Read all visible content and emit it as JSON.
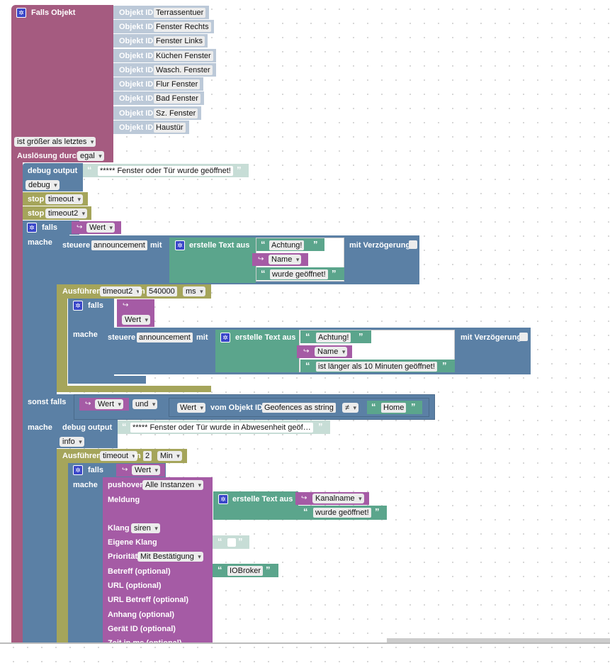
{
  "colors": {
    "event": "#a55b80",
    "object": "#bcc9d8",
    "debug": "#5b80a5",
    "timeout": "#a5a55b",
    "text": "#5ba58c",
    "variable": "#a55ba5",
    "push": "#a55ba5"
  },
  "trigger": {
    "title": "Falls Objekt",
    "object_id_label": "Objekt ID",
    "objects": [
      "Terrassentuer",
      "Fenster Rechts",
      "Fenster Links",
      "Küchen Fenster",
      "Wasch. Fenster",
      "Flur Fenster",
      "Bad Fenster",
      "Sz. Fenster",
      "Haustür"
    ],
    "condition": "ist größer als letztes",
    "trigger_label": "Auslösung durch",
    "trigger_value": "egal"
  },
  "debug1": {
    "label": "debug output",
    "text": "***** Fenster oder Tür wurde geöffnet!",
    "level": "debug"
  },
  "stop1": {
    "label": "stop",
    "value": "timeout"
  },
  "stop2": {
    "label": "stop",
    "value": "timeout2"
  },
  "if_block": {
    "if_label": "falls",
    "do_label": "mache",
    "elseif_label": "sonst falls",
    "var": "Wert"
  },
  "control1": {
    "label": "steuere",
    "target": "announcement",
    "mit": "mit",
    "text_label": "erstelle Text aus",
    "parts": [
      "Achtung!",
      "Name",
      "wurde geöffnet!"
    ],
    "delay_label": "mit Verzögerung"
  },
  "exec1": {
    "label": "Ausführen",
    "name": "timeout2",
    "in": "in",
    "value": "540000",
    "unit": "ms"
  },
  "if_inner1": {
    "if_label": "falls",
    "do_label": "mache",
    "var": "Wert"
  },
  "control2": {
    "label": "steuere",
    "target": "announcement",
    "mit": "mit",
    "text_label": "erstelle Text aus",
    "parts": [
      "Achtung!",
      "Name",
      "ist länger als 10 Minuten geöffnet!"
    ],
    "delay_label": "mit Verzögerung"
  },
  "elseif": {
    "var": "Wert",
    "and": "und",
    "field": "Wert",
    "from_label": "vom Objekt ID",
    "object": "Geofences as string",
    "op": "≠",
    "value": "Home"
  },
  "debug2": {
    "label": "debug output",
    "text": "***** Fenster oder Tür wurde in Abwesenheit geöf…",
    "level": "info"
  },
  "exec2": {
    "label": "Ausführen",
    "name": "timeout",
    "in": "in",
    "value": "2",
    "unit": "Min"
  },
  "if_inner2": {
    "if_label": "falls",
    "do_label": "mache",
    "var": "Wert"
  },
  "pushover": {
    "label": "pushover",
    "instance": "Alle Instanzen",
    "message_label": "Meldung",
    "text_label": "erstelle Text aus",
    "parts": [
      "Kanalname",
      "wurde geöffnet!"
    ],
    "sound_label": "Klang",
    "sound": "siren",
    "own_sound_label": "Eigene Klang",
    "priority_label": "Priorität",
    "priority": "Mit Bestätigung",
    "subject_label": "Betreff (optional)",
    "subject": "IOBroker",
    "url_label": "URL (optional)",
    "url_subject_label": "URL Betreff (optional)",
    "attachment_label": "Anhang (optional)",
    "device_label": "Gerät ID (optional)",
    "time_label": "Zeit in ms (optional)"
  }
}
